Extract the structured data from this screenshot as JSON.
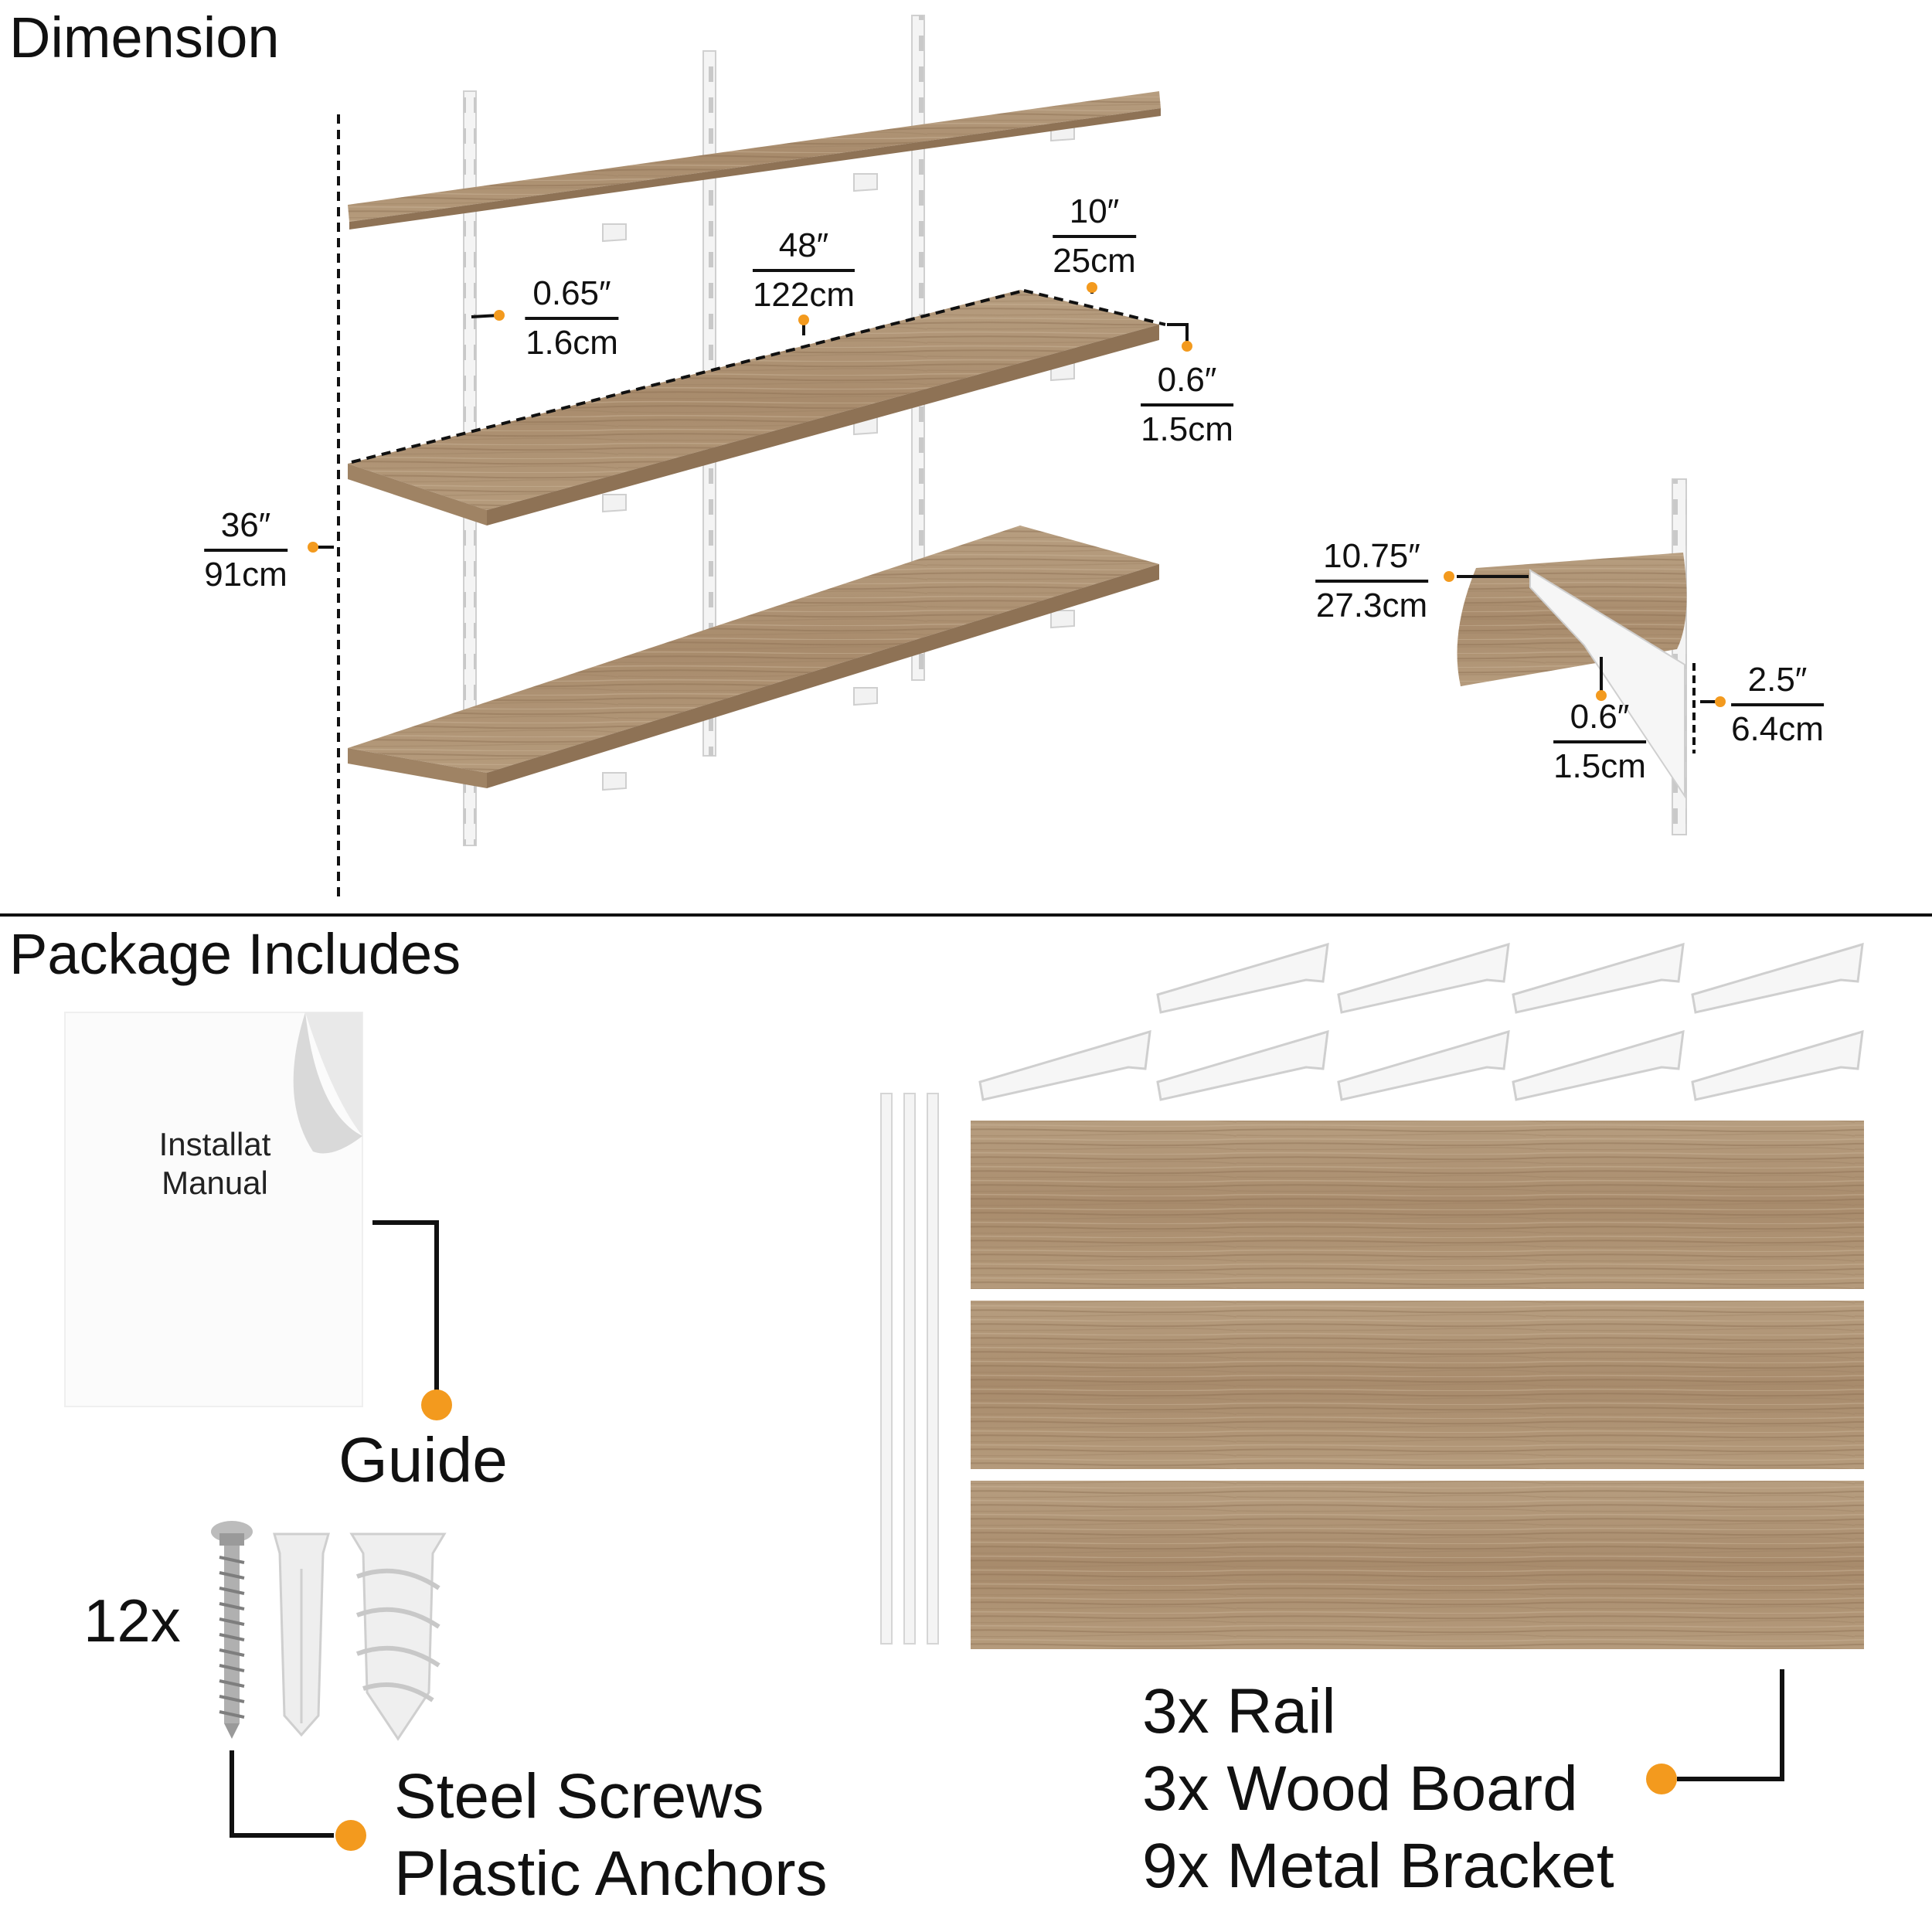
{
  "sections": {
    "dimension_title": "Dimension",
    "package_title": "Package Includes"
  },
  "dimensions": {
    "height": {
      "inch": "36″",
      "cm": "91cm"
    },
    "rail_gap": {
      "inch": "0.65″",
      "cm": "1.6cm"
    },
    "length": {
      "inch": "48″",
      "cm": "122cm"
    },
    "depth": {
      "inch": "10″",
      "cm": "25cm"
    },
    "board_thickness": {
      "inch": "0.6″",
      "cm": "1.5cm"
    },
    "bracket_length": {
      "inch": "10.75″",
      "cm": "27.3cm"
    },
    "side_thickness": {
      "inch": "0.6″",
      "cm": "1.5cm"
    },
    "bracket_height": {
      "inch": "2.5″",
      "cm": "6.4cm"
    }
  },
  "package": {
    "manual_line1": "Installat",
    "manual_line2": "Manual",
    "guide_label": "Guide",
    "hardware_qty": "12x",
    "hardware_line1": "Steel Screws",
    "hardware_line2": "Plastic Anchors",
    "kit_line1": "3x Rail",
    "kit_line2": "3x Wood Board",
    "kit_line3": "9x Metal Bracket"
  },
  "colors": {
    "accent": "#F39A1E",
    "wood": "#B39879",
    "wood_dark": "#8E7255",
    "line": "#111111"
  }
}
